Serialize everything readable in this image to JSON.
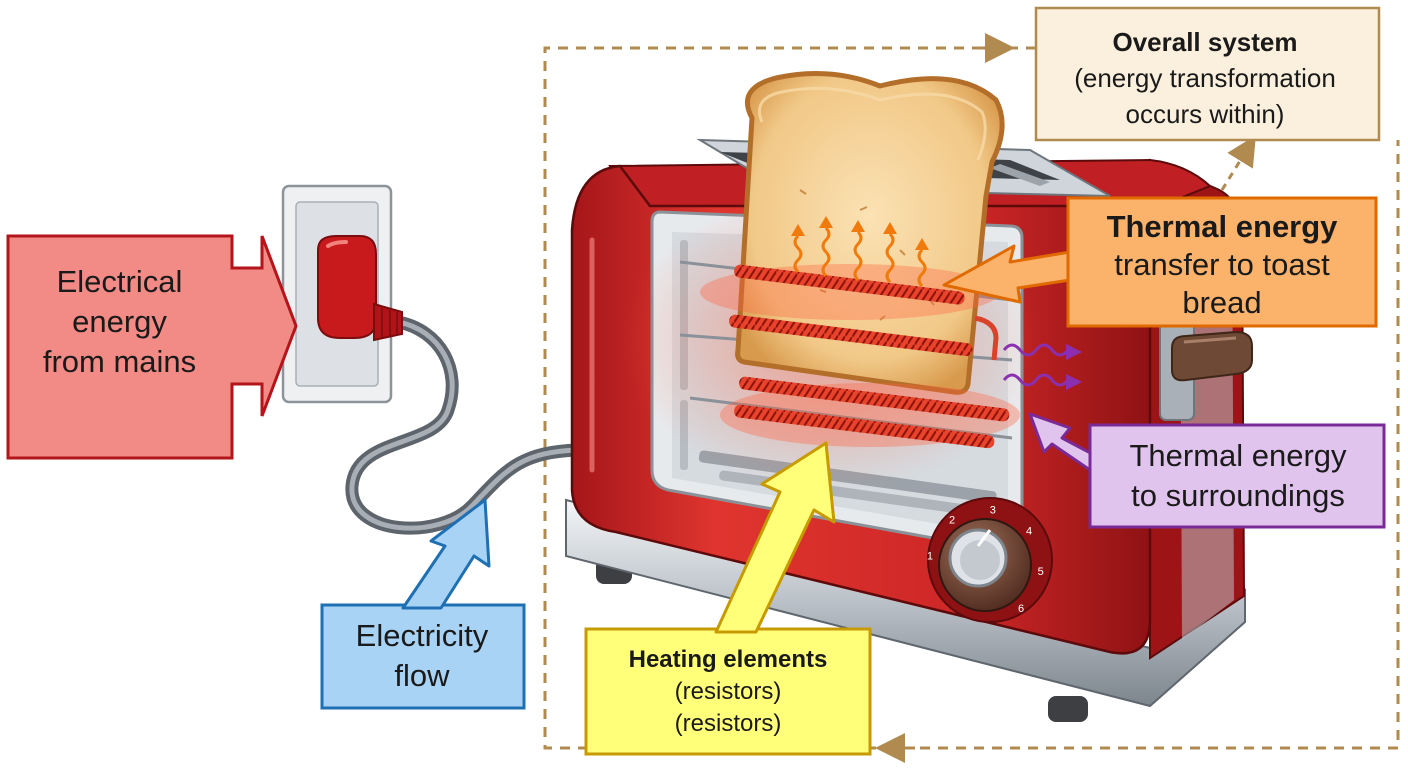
{
  "labels": {
    "mains": [
      "Electrical",
      "energy",
      "from mains"
    ],
    "flow": [
      "Electricity",
      "flow"
    ],
    "heating": {
      "title": "Heating elements",
      "lines": [
        "(resistors)",
        "(resistors)"
      ]
    },
    "toast": {
      "title": "Thermal energy",
      "lines": [
        "transfer to toast",
        "bread"
      ]
    },
    "surroundings": [
      "Thermal energy",
      "to surroundings"
    ],
    "system": {
      "title": "Overall system",
      "lines": [
        "(energy transformation",
        "occurs within)"
      ]
    }
  },
  "dial": {
    "numbers": [
      "1",
      "2",
      "3",
      "4",
      "5",
      "6"
    ]
  },
  "colors": {
    "mains_fill": "#f28b85",
    "mains_stroke": "#b3151b",
    "flow_fill": "#a9d3f5",
    "flow_stroke": "#1f6fb3",
    "heating_fill": "#ffff7a",
    "heating_stroke": "#c79a00",
    "toast_fill": "#fbb36b",
    "toast_stroke": "#e06a00",
    "surroundings_fill": "#e1c4ee",
    "surroundings_stroke": "#7a2a97",
    "system_fill": "#fbf0dd",
    "system_stroke": "#b08a4e",
    "toaster_red": "#d42a28"
  }
}
